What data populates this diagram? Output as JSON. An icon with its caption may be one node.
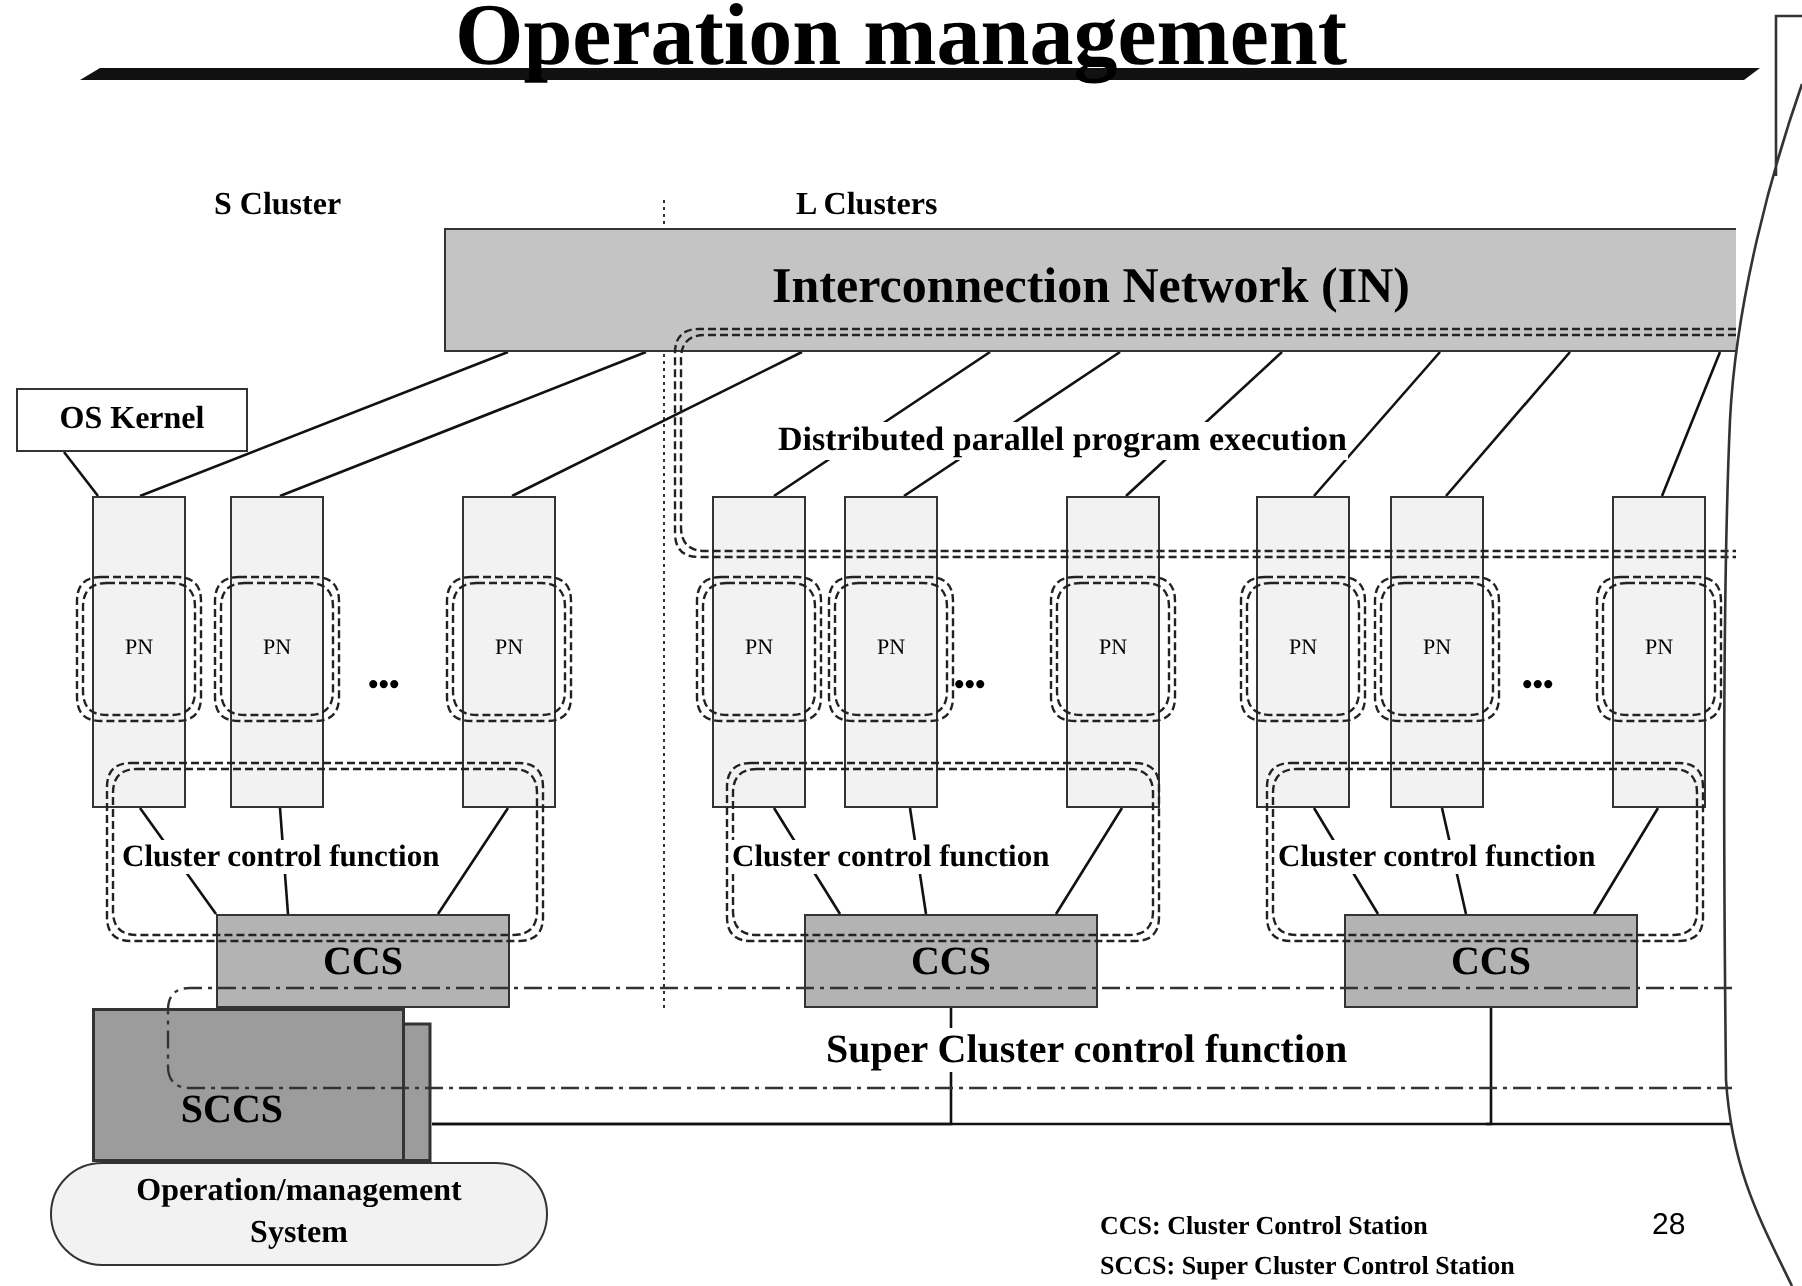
{
  "diagram": {
    "title": "Operation management",
    "nodes": [
      {
        "text": [
          "Interconnection Network (IN)"
        ]
      },
      {
        "text": [
          "OS Kernel"
        ]
      },
      {
        "text": [
          "PN"
        ]
      },
      {
        "text": [
          "PN"
        ]
      },
      {
        "text": [
          "PN"
        ]
      },
      {
        "text": [
          "PN"
        ]
      },
      {
        "text": [
          "PN"
        ]
      },
      {
        "text": [
          "PN"
        ]
      },
      {
        "text": [
          "PN"
        ]
      },
      {
        "text": [
          "PN"
        ]
      },
      {
        "text": [
          "PN"
        ]
      },
      {
        "text": [
          "CCS"
        ]
      },
      {
        "text": [
          "CCS"
        ]
      },
      {
        "text": [
          "CCS"
        ]
      },
      {
        "text": [
          "SCCS"
        ]
      },
      {
        "text": [
          "Operation/management System"
        ]
      }
    ],
    "edges": [
      {
        "from": 0,
        "to": 2,
        "arrow": "none"
      },
      {
        "from": 0,
        "to": 3,
        "arrow": "none"
      },
      {
        "from": 0,
        "to": 4,
        "arrow": "none"
      },
      {
        "from": 0,
        "to": 5,
        "arrow": "none"
      },
      {
        "from": 0,
        "to": 6,
        "arrow": "none"
      },
      {
        "from": 0,
        "to": 7,
        "arrow": "none"
      },
      {
        "from": 0,
        "to": 8,
        "arrow": "none"
      },
      {
        "from": 0,
        "to": 9,
        "arrow": "none"
      },
      {
        "from": 0,
        "to": 10,
        "arrow": "none"
      },
      {
        "from": 1,
        "to": 2,
        "arrow": "none"
      },
      {
        "from": 2,
        "to": 11,
        "arrow": "none"
      },
      {
        "from": 3,
        "to": 11,
        "arrow": "none"
      },
      {
        "from": 4,
        "to": 11,
        "arrow": "none"
      },
      {
        "from": 5,
        "to": 12,
        "arrow": "none"
      },
      {
        "from": 6,
        "to": 12,
        "arrow": "none"
      },
      {
        "from": 7,
        "to": 12,
        "arrow": "none"
      },
      {
        "from": 8,
        "to": 13,
        "arrow": "none"
      },
      {
        "from": 9,
        "to": 13,
        "arrow": "none"
      },
      {
        "from": 10,
        "to": 13,
        "arrow": "none"
      },
      {
        "from": 12,
        "to": 14,
        "arrow": "none"
      },
      {
        "from": 13,
        "to": 14,
        "arrow": "none"
      }
    ],
    "labels": [
      "S Cluster",
      "L Clusters",
      "Distributed parallel program execution",
      "•••",
      "•••",
      "•••",
      "Cluster control function",
      "Cluster control function",
      "Cluster control function",
      "Super Cluster control function",
      "CCS: Cluster Control Station",
      "28",
      "SCCS: Super Cluster Control Station"
    ]
  }
}
